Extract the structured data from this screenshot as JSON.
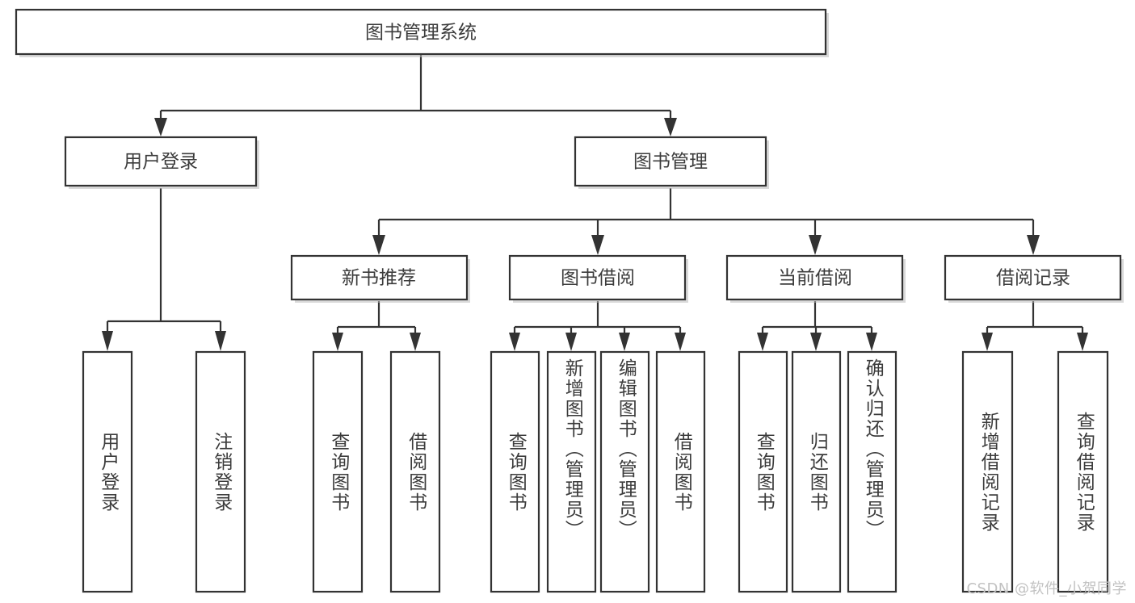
{
  "diagram": {
    "title": "图书管理系统",
    "watermark": "CSDN @软件_小贺同学",
    "colors": {
      "box_stroke": "#333333",
      "box_fill": "#ffffff",
      "text": "#3c3c3c",
      "connector": "#333333",
      "watermark": "#c2c2c2",
      "background": "#ffffff"
    },
    "nodes": {
      "root": {
        "label": "图书管理系统"
      },
      "level2": [
        {
          "label": "用户登录"
        },
        {
          "label": "图书管理"
        }
      ],
      "level3": [
        {
          "label": "新书推荐"
        },
        {
          "label": "图书借阅"
        },
        {
          "label": "当前借阅"
        },
        {
          "label": "借阅记录"
        }
      ],
      "leaves": {
        "user_login": [
          {
            "label": "用户登录"
          },
          {
            "label": "注销登录"
          }
        ],
        "new_book_recommend": [
          {
            "label": "查询图书"
          },
          {
            "label": "借阅图书"
          }
        ],
        "book_borrow": [
          {
            "label": "查询图书"
          },
          {
            "label": "新增图书（管理员）"
          },
          {
            "label": "编辑图书（管理员）"
          },
          {
            "label": "借阅图书"
          }
        ],
        "current_borrow": [
          {
            "label": "查询图书"
          },
          {
            "label": "归还图书"
          },
          {
            "label": "确认归还（管理员）"
          }
        ],
        "borrow_record": [
          {
            "label": "新增借阅记录"
          },
          {
            "label": "查询借阅记录"
          }
        ]
      }
    },
    "edges": [
      {
        "from": "图书管理系统",
        "to": "用户登录"
      },
      {
        "from": "图书管理系统",
        "to": "图书管理"
      },
      {
        "from": "图书管理",
        "to": "新书推荐"
      },
      {
        "from": "图书管理",
        "to": "图书借阅"
      },
      {
        "from": "图书管理",
        "to": "当前借阅"
      },
      {
        "from": "图书管理",
        "to": "借阅记录"
      },
      {
        "from": "用户登录",
        "to": "用户登录"
      },
      {
        "from": "用户登录",
        "to": "注销登录"
      },
      {
        "from": "新书推荐",
        "to": "查询图书"
      },
      {
        "from": "新书推荐",
        "to": "借阅图书"
      },
      {
        "from": "图书借阅",
        "to": "查询图书"
      },
      {
        "from": "图书借阅",
        "to": "新增图书（管理员）"
      },
      {
        "from": "图书借阅",
        "to": "编辑图书（管理员）"
      },
      {
        "from": "图书借阅",
        "to": "借阅图书"
      },
      {
        "from": "当前借阅",
        "to": "查询图书"
      },
      {
        "from": "当前借阅",
        "to": "归还图书"
      },
      {
        "from": "当前借阅",
        "to": "确认归还（管理员）"
      },
      {
        "from": "借阅记录",
        "to": "新增借阅记录"
      },
      {
        "from": "借阅记录",
        "to": "查询借阅记录"
      }
    ]
  }
}
